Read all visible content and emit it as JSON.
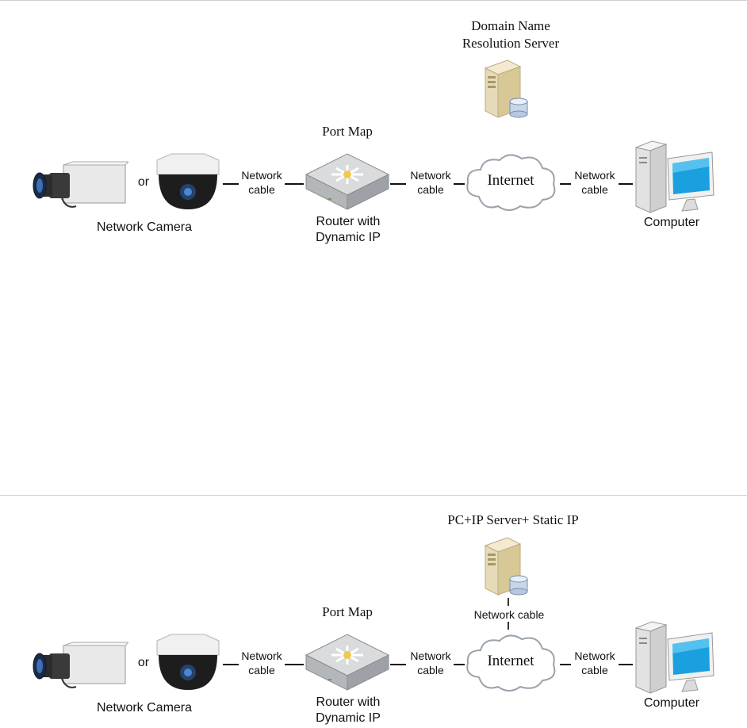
{
  "diagram1": {
    "server_title_line1": "Domain Name",
    "server_title_line2": "Resolution Server",
    "port_map": "Port Map",
    "or_label": "or",
    "camera_label": "Network Camera",
    "router_label_line1": "Router  with",
    "router_label_line2": "Dynamic IP",
    "cable_a": [
      "Network",
      "cable"
    ],
    "cable_b": [
      "Network",
      "cable"
    ],
    "cable_c": [
      "Network",
      "cable"
    ],
    "internet_label": "Internet",
    "computer_label": "Computer"
  },
  "diagram2": {
    "server_title": "PC+IP Server+ Static IP",
    "server_cable": "Network cable",
    "port_map": "Port Map",
    "or_label": "or",
    "camera_label": "Network Camera",
    "router_label_line1": "Router  with",
    "router_label_line2": "Dynamic IP",
    "cable_a": [
      "Network",
      "cable"
    ],
    "cable_b": [
      "Network",
      "cable"
    ],
    "cable_c": [
      "Network",
      "cable"
    ],
    "internet_label": "Internet",
    "computer_label": "Computer"
  },
  "icons": [
    "box-camera-icon",
    "dome-camera-icon",
    "router-icon",
    "server-icon",
    "cloud-icon",
    "computer-icon"
  ]
}
